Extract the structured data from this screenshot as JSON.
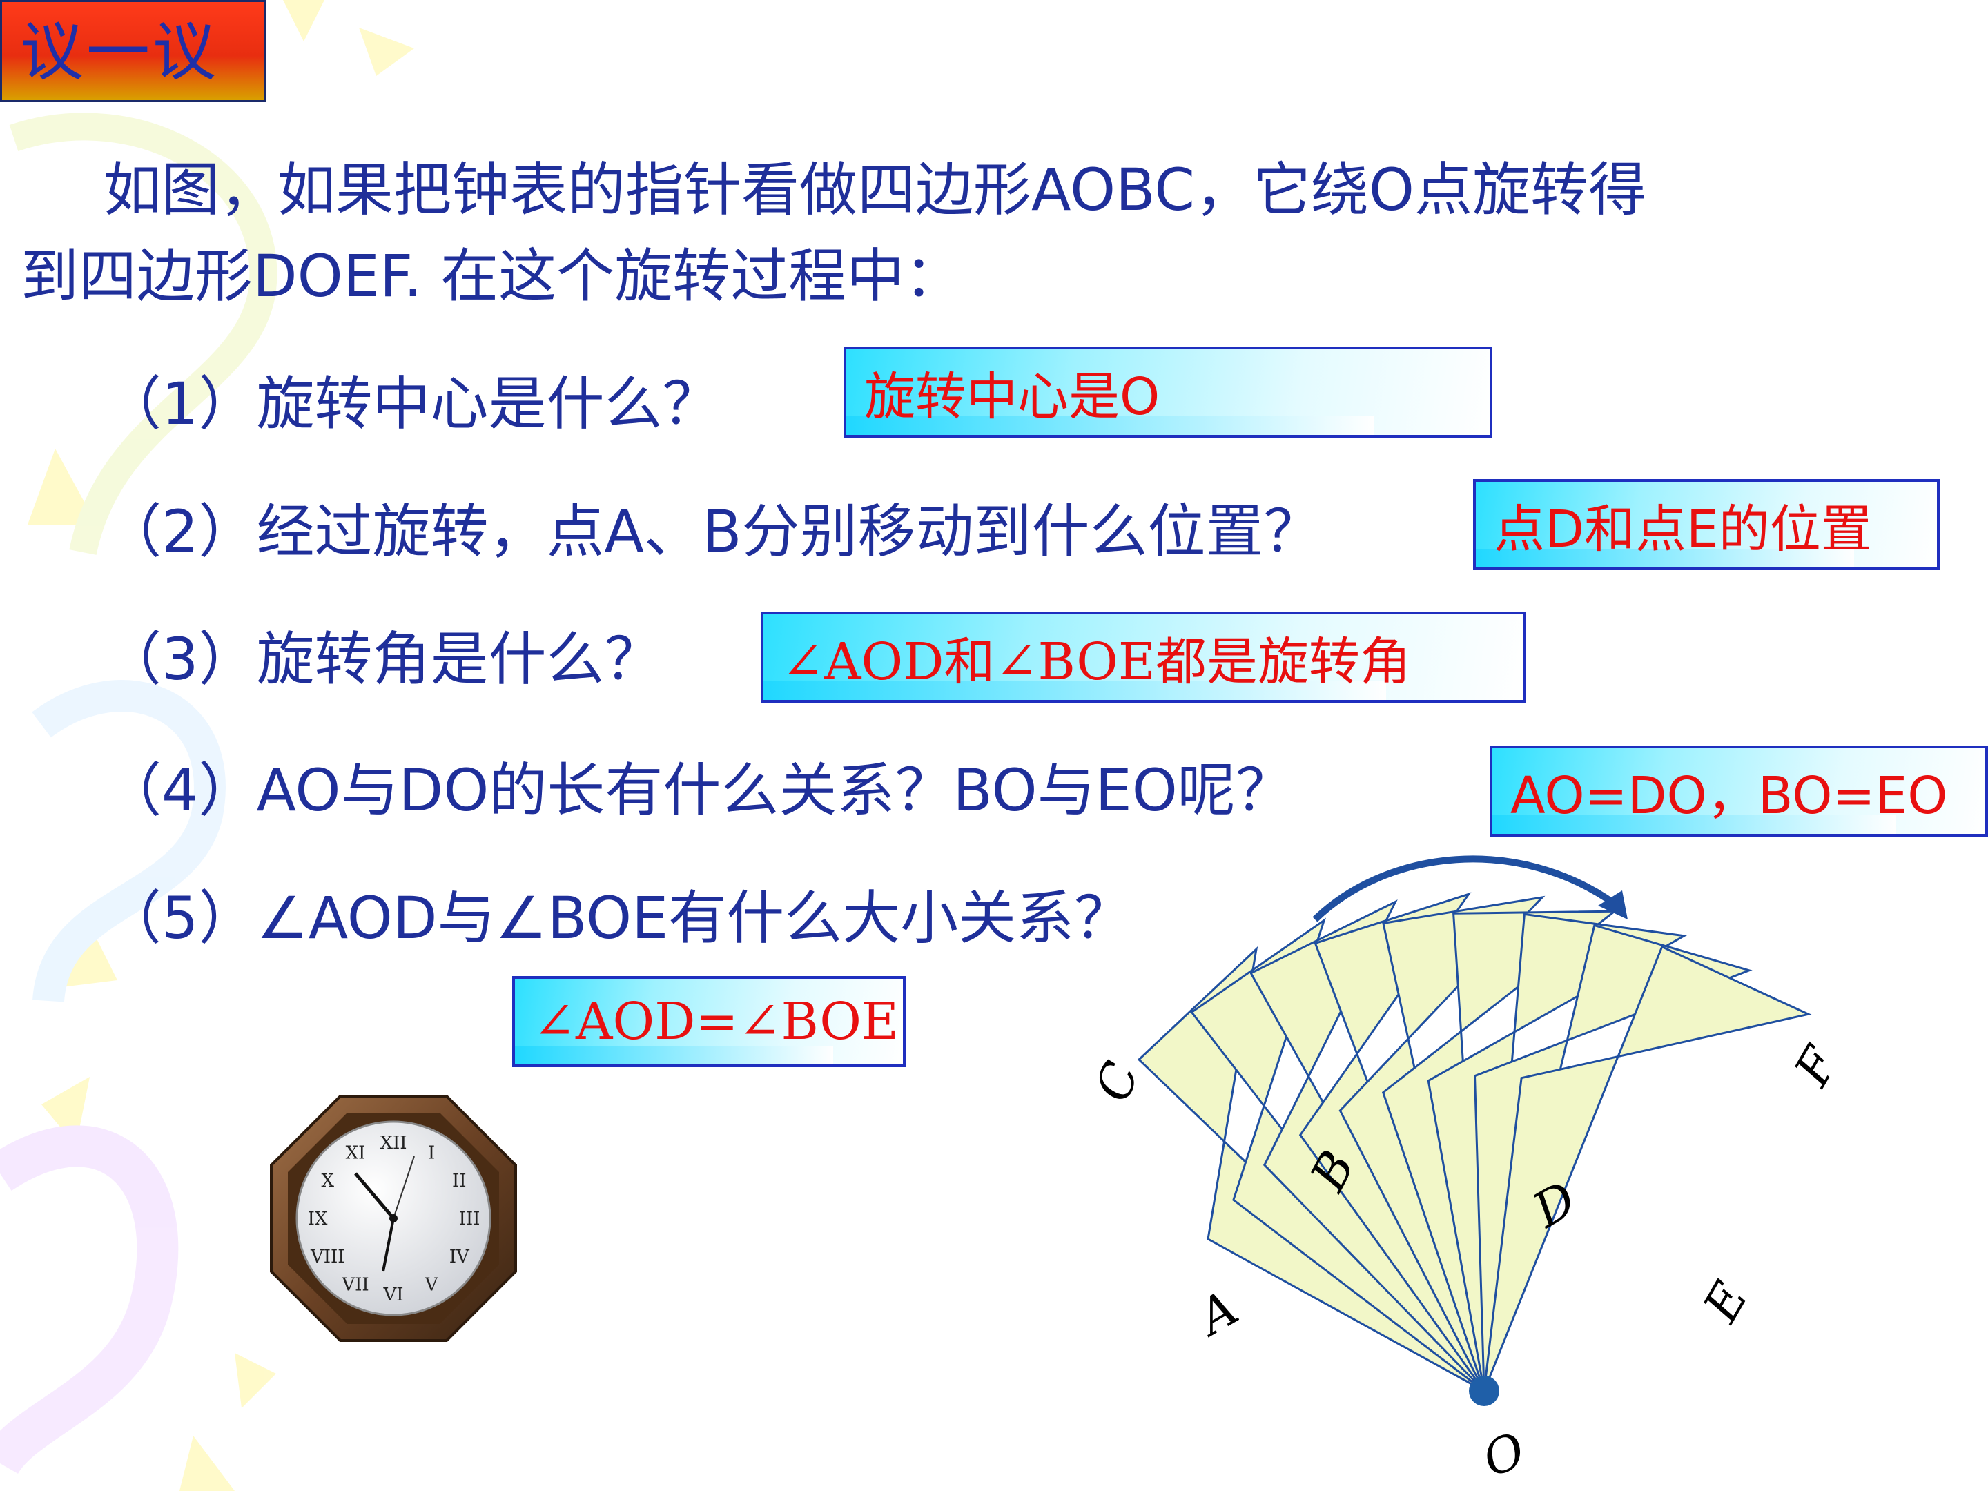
{
  "slide": {
    "title": "议一议",
    "intro_line1": "如图，如果把钟表的指针看做四边形AOBC，它绕O点旋转得",
    "intro_line2": "到四边形DOEF. 在这个旋转过程中：",
    "questions": [
      {
        "q": "（1）旋转中心是什么？",
        "a": "旋转中心是O"
      },
      {
        "q": "（2）经过旋转，点A、B分别移动到什么位置？",
        "a": "点D和点E的位置"
      },
      {
        "q": "（3）旋转角是什么？",
        "a": "∠AOD和∠BOE都是旋转角"
      },
      {
        "q": "（4）AO与DO的长有什么关系？BO与EO呢？",
        "a": "AO=DO，BO=EO"
      },
      {
        "q": "（5）∠AOD与∠BOE有什么大小关系？",
        "a": "∠AOD=∠BOE"
      }
    ]
  },
  "figure": {
    "points": {
      "A": "A",
      "B": "B",
      "C": "C",
      "D": "D",
      "E": "E",
      "F": "F",
      "O": "O"
    }
  },
  "clock": {
    "numerals": [
      "XII",
      "I",
      "II",
      "III",
      "IV",
      "V",
      "VI",
      "VII",
      "VIII",
      "IX",
      "X",
      "XI"
    ]
  },
  "colors": {
    "text_blue": "#1f2f9a",
    "answer_red": "#e81010",
    "answer_border": "#1f2fbf",
    "title_bg": "#e82e10",
    "fan_fill": "#f2f7c8",
    "fan_stroke": "#1f4fa0",
    "pivot": "#1f5fa8"
  }
}
